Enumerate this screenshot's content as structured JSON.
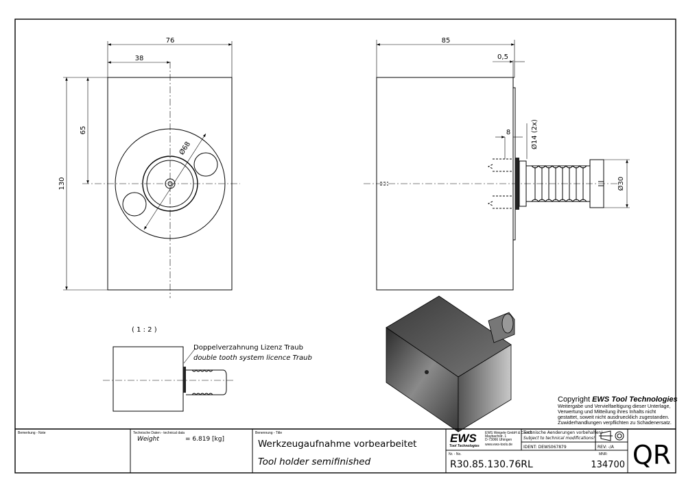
{
  "dimensions": {
    "front_width": "76",
    "front_half": "38",
    "front_height": "130",
    "front_center": "65",
    "front_diameter": "Ø68",
    "side_length": "85",
    "side_offset": "0,5",
    "side_8": "8",
    "side_d14": "Ø14 (2x)",
    "side_d30": "Ø30"
  },
  "scale": "( 1 : 2 )",
  "note_de": "Doppelverzahnung Lizenz Traub",
  "note_en": "double tooth system licence Traub",
  "copyright": {
    "title_prefix": "Copyright ",
    "title_brand": "EWS Tool Technologies",
    "lines": [
      "Weitergabe und Vervielfaeltigung dieser Unterlage,",
      "Verwertung und Mitteilung ihres Inhalts nicht",
      "gestattet, soweit nicht ausdruecklich zugestanden.",
      "Zuwiderhandlungen verpflichten zu Schadenersatz."
    ]
  },
  "title_block": {
    "note_label": "Bemerkung - Note",
    "tech_label": "Technische Daten - technical data",
    "weight_label": "Weight",
    "weight_value": "= 6.819 [kg]",
    "title_label": "Benennung - Title",
    "title_de": "Werkzeugaufnahme vorbearbeitet",
    "title_en": "Tool holder semifinished",
    "logo_text": "EWS",
    "logo_sub": "Tool Technologies",
    "company": [
      "EWS Weigele GmbH & Co. KG",
      "Maybachstr. 1",
      "D-73066 Uhingen",
      "www.ews-tools.de"
    ],
    "changes_de": "Technische Aenderungen vorbehalten!",
    "changes_en": "Subject to technical modifications!",
    "ident": "IDENT:  DEWS067879",
    "rev": "REV:  -/A",
    "nr_label": "Nr. - No.",
    "part_number": "R30.85.130.76RL",
    "mnr_label": "MNR:",
    "mnr": "134700",
    "qr": "QR"
  }
}
